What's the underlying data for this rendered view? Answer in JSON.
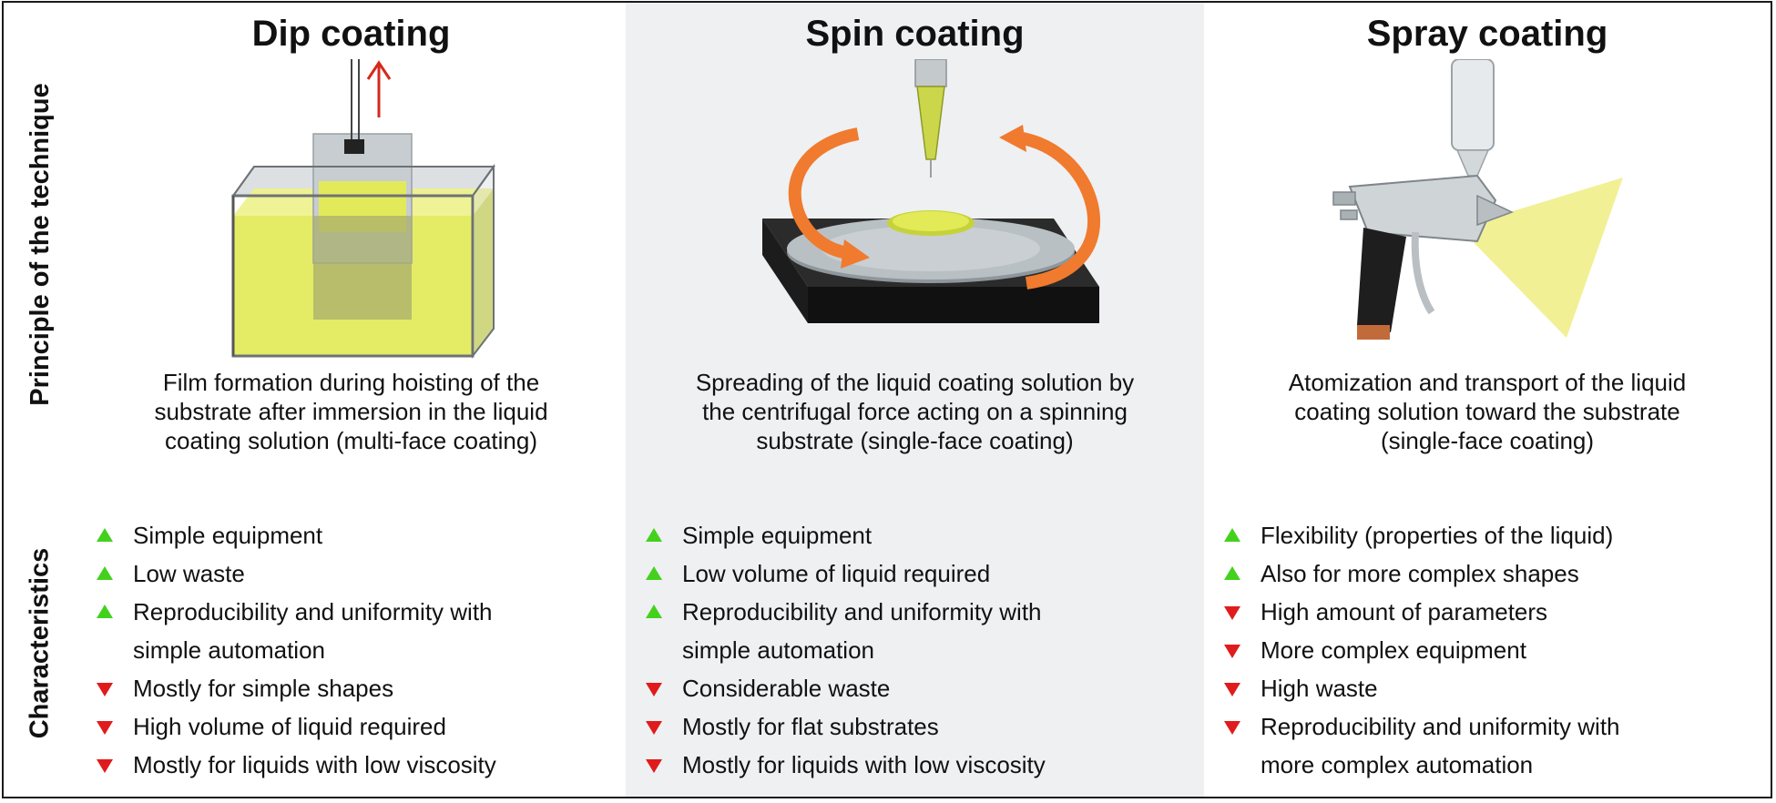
{
  "row_labels": {
    "principle": "Principle of the technique",
    "characteristics": "Characteristics"
  },
  "columns": [
    {
      "title": "Dip coating",
      "description": [
        "Film formation during hoisting of the",
        "substrate after immersion in the liquid",
        "coating solution (multi-face coating)"
      ],
      "items": [
        {
          "type": "pro",
          "lines": [
            "Simple equipment"
          ]
        },
        {
          "type": "pro",
          "lines": [
            "Low waste"
          ]
        },
        {
          "type": "pro",
          "lines": [
            "Reproducibility and uniformity with",
            "simple automation"
          ]
        },
        {
          "type": "con",
          "lines": [
            "Mostly for simple shapes"
          ]
        },
        {
          "type": "con",
          "lines": [
            "High volume of liquid required"
          ]
        },
        {
          "type": "con",
          "lines": [
            "Mostly for liquids with low viscosity"
          ]
        }
      ]
    },
    {
      "title": "Spin coating",
      "description": [
        "Spreading of the liquid coating solution by",
        "the centrifugal force acting on a spinning",
        "substrate (single-face coating)"
      ],
      "items": [
        {
          "type": "pro",
          "lines": [
            "Simple equipment"
          ]
        },
        {
          "type": "pro",
          "lines": [
            "Low volume of liquid required"
          ]
        },
        {
          "type": "pro",
          "lines": [
            "Reproducibility and uniformity with",
            "simple automation"
          ]
        },
        {
          "type": "con",
          "lines": [
            "Considerable waste"
          ]
        },
        {
          "type": "con",
          "lines": [
            "Mostly for flat substrates"
          ]
        },
        {
          "type": "con",
          "lines": [
            "Mostly for liquids with low viscosity"
          ]
        }
      ]
    },
    {
      "title": "Spray coating",
      "description": [
        "Atomization and transport of the liquid",
        "coating solution toward the substrate",
        "(single-face coating)"
      ],
      "items": [
        {
          "type": "pro",
          "lines": [
            "Flexibility (properties of the liquid)"
          ]
        },
        {
          "type": "pro",
          "lines": [
            "Also for more complex shapes"
          ]
        },
        {
          "type": "con",
          "lines": [
            "High amount of parameters"
          ]
        },
        {
          "type": "con",
          "lines": [
            "More complex equipment"
          ]
        },
        {
          "type": "con",
          "lines": [
            "High waste"
          ]
        },
        {
          "type": "con",
          "lines": [
            "Reproducibility and uniformity with",
            "more complex automation"
          ]
        }
      ]
    }
  ],
  "colors": {
    "pro_marker": "#44d11e",
    "con_marker": "#e01b1b",
    "coating_liquid": "#dfe84a",
    "spin_arrow": "#f07a2e",
    "middle_column_bg": "#eef0f2"
  },
  "icons": [
    "upward-arrow-icon",
    "spin-arrow-icon",
    "spray-gun-icon"
  ]
}
